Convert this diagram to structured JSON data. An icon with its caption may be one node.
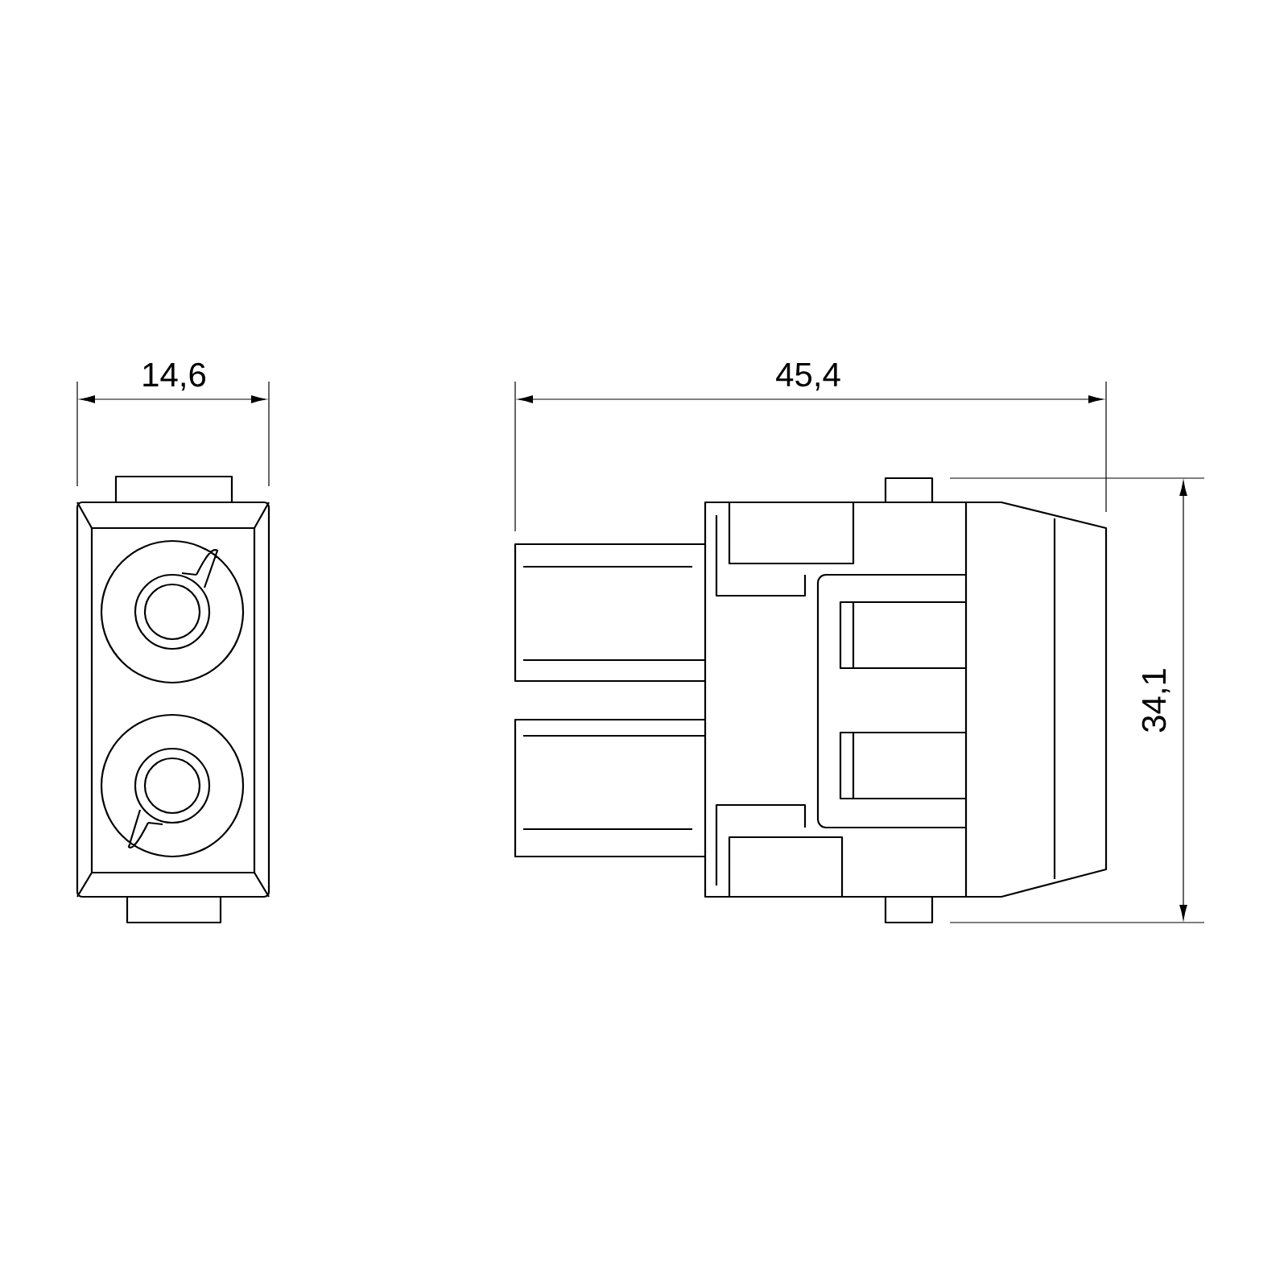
{
  "diagram": {
    "labels": [
      "14,6",
      "45,4",
      "34,1"
    ]
  }
}
